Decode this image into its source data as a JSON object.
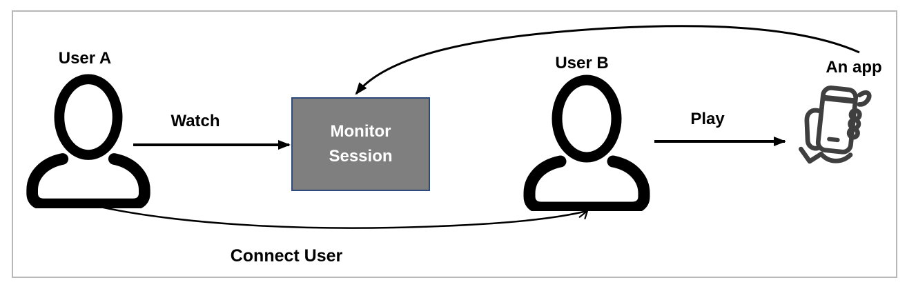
{
  "diagram": {
    "canvas": {
      "background": "#ffffff",
      "border_color": "#b8b8b8"
    },
    "actors": {
      "user_a": {
        "label": "User A",
        "icon": "person-icon"
      },
      "user_b": {
        "label": "User B",
        "icon": "person-icon"
      },
      "app": {
        "label": "An app",
        "icon": "hand-holding-phone-icon"
      }
    },
    "nodes": {
      "monitor_session": {
        "label": "Monitor\nSession",
        "fill": "#7f7f7f",
        "border_color": "#2e4a7d",
        "text_color": "#ffffff"
      }
    },
    "edges": [
      {
        "id": "watch",
        "label": "Watch",
        "from": "user_a",
        "to": "monitor_session",
        "style": "straight-arrow"
      },
      {
        "id": "play",
        "label": "Play",
        "from": "user_b",
        "to": "app",
        "style": "straight-arrow"
      },
      {
        "id": "connect-user",
        "label": "Connect User",
        "from": "user_a",
        "to": "user_b",
        "style": "curved-arrow"
      },
      {
        "id": "app-feedback",
        "label": "",
        "from": "app",
        "to": "monitor_session",
        "style": "curved-arrow"
      }
    ],
    "line_color": "#000000",
    "app_icon_color": "#3f3f3f"
  }
}
